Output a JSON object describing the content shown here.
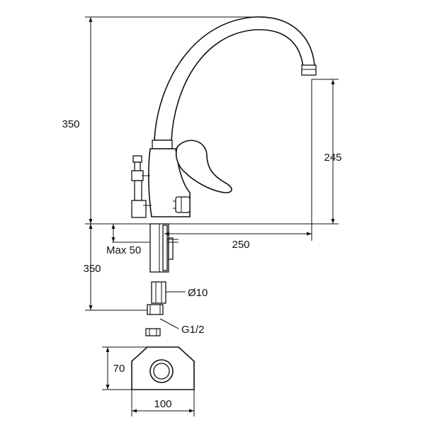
{
  "dimensions": {
    "height_above": "350",
    "spout_height": "245",
    "reach": "250",
    "max_thickness": "Max 50",
    "hose_length": "350",
    "pipe_diameter": "Ø10",
    "thread": "G1/2",
    "base_depth": "70",
    "base_width": "100"
  }
}
